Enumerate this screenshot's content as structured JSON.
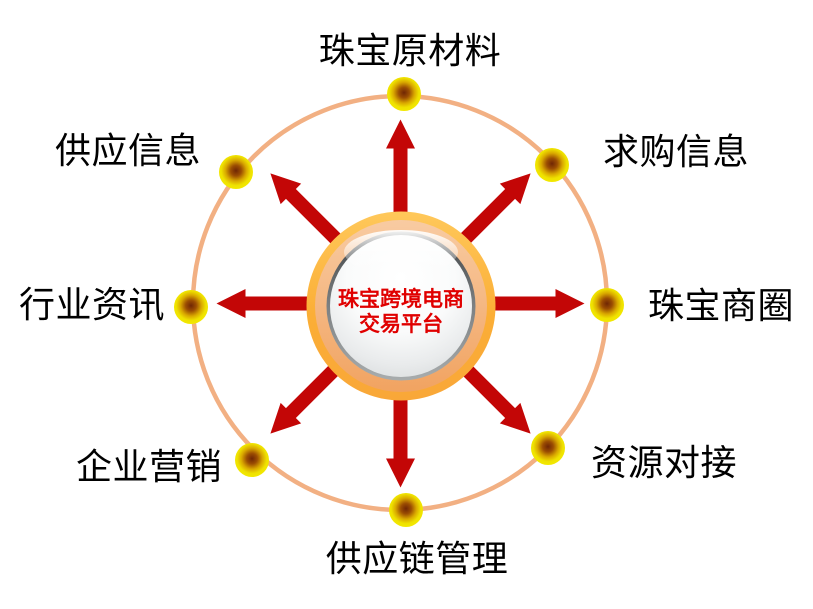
{
  "diagram": {
    "center_platform": {
      "line1": "珠宝跨境电商",
      "line2": "交易平台"
    },
    "nodes": [
      {
        "position": "top",
        "label": "珠宝原材料"
      },
      {
        "position": "top-right",
        "label": "求购信息"
      },
      {
        "position": "right",
        "label": "珠宝商圈"
      },
      {
        "position": "bottom-right",
        "label": "资源对接"
      },
      {
        "position": "bottom",
        "label": "供应链管理"
      },
      {
        "position": "bottom-left",
        "label": "企业营销"
      },
      {
        "position": "left",
        "label": "行业资讯"
      },
      {
        "position": "top-left",
        "label": "供应信息"
      }
    ],
    "colors": {
      "arrow_red": "#C30606",
      "center_text_red": "#E00000",
      "orbit_stroke_peach": "#F2B083",
      "dot_yellow": "#F2E800",
      "dot_core_brown": "#6F2604",
      "ring_gold": "#FBAE36",
      "ring_peach": "#F5BB8C",
      "sphere_silver": "#E9EBEC",
      "label_black": "#000000"
    }
  }
}
